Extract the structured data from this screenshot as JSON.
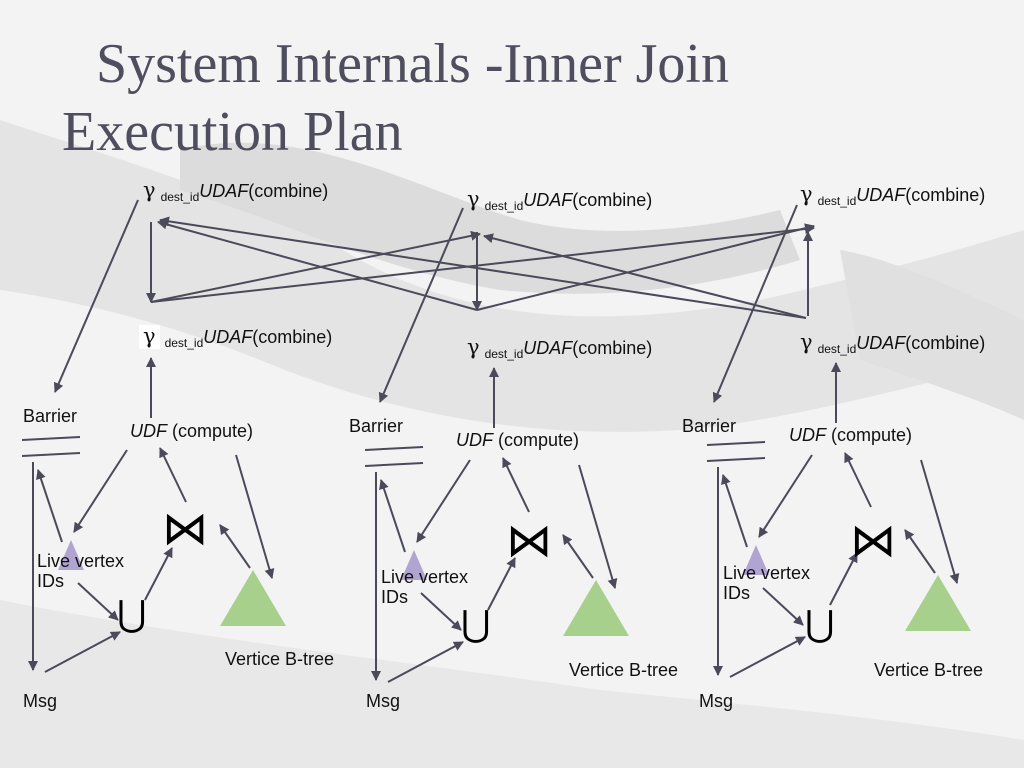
{
  "slide": {
    "title_line1": "System Internals -Inner Join",
    "title_line2": "Execution Plan"
  },
  "gamma_node": {
    "symbol": "γ",
    "subscript": "dest_id",
    "function": "UDAF",
    "args": "(combine)"
  },
  "udf_node": {
    "function": "UDF",
    "args": " (compute)"
  },
  "labels": {
    "barrier": "Barrier",
    "live_vertex_ids": "Live vertex IDs",
    "vertice_btree": "Vertice B-tree",
    "msg": "Msg",
    "join_symbol": "⋈",
    "union_symbol": "⋃"
  },
  "colors": {
    "arrow": "#4a4a5a",
    "vertice_triangle": "#a8d08d",
    "live_vertex_triangle": "#b0a4d0",
    "title": "#4f4e5e"
  }
}
